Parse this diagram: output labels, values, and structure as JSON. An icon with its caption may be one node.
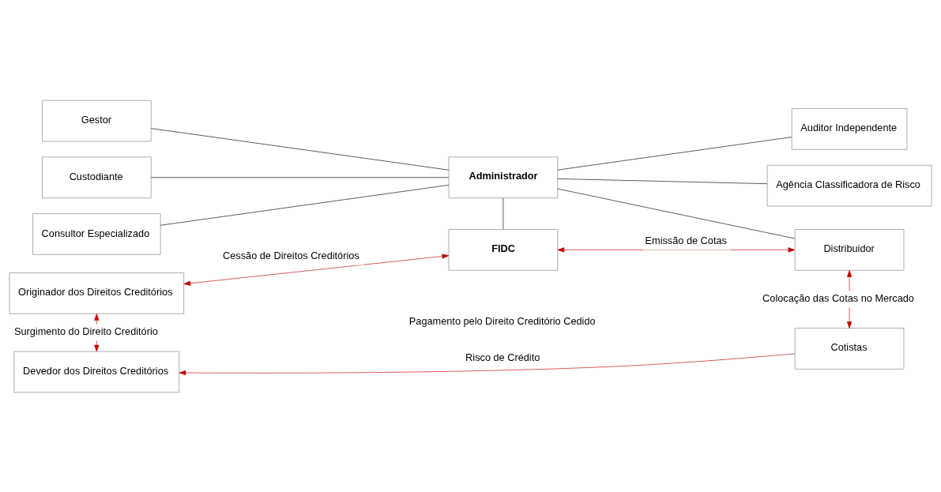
{
  "diagram": {
    "nodes": [
      {
        "text": [
          "Gestor"
        ]
      },
      {
        "text": [
          "Custodiante"
        ]
      },
      {
        "text": [
          "Consultor Especializado"
        ]
      },
      {
        "text": [
          "Administrador"
        ]
      },
      {
        "text": [
          "Auditor Independente"
        ]
      },
      {
        "text": [
          "Agência Classificadora de Risco"
        ]
      },
      {
        "text": [
          "Originador dos Direitos Creditórios"
        ]
      },
      {
        "text": [
          "FIDC"
        ]
      },
      {
        "text": [
          "Distribuidor"
        ]
      },
      {
        "text": [
          "Devedor dos Direitos Creditórios"
        ]
      },
      {
        "text": [
          "Cotistas"
        ]
      }
    ],
    "edges": [
      {
        "from": 0,
        "to": 3,
        "arrow": "none"
      },
      {
        "from": 1,
        "to": 3,
        "arrow": "none"
      },
      {
        "from": 2,
        "to": 3,
        "arrow": "none"
      },
      {
        "from": 3,
        "to": 4,
        "arrow": "none"
      },
      {
        "from": 3,
        "to": 5,
        "arrow": "none"
      },
      {
        "from": 3,
        "to": 8,
        "arrow": "none"
      },
      {
        "from": 3,
        "to": 7,
        "arrow": "none"
      },
      {
        "from": 6,
        "to": 7,
        "arrow": "both",
        "label": "Cessão de Direitos Creditórios",
        "color": "#c00000"
      },
      {
        "from": 7,
        "to": 8,
        "arrow": "both",
        "label": "Emissão de Cotas",
        "color": "#c00000"
      },
      {
        "from": 6,
        "to": 9,
        "arrow": "both",
        "label": "Surgimento do Direito Creditório",
        "color": "#c00000"
      },
      {
        "from": 8,
        "to": 10,
        "arrow": "both",
        "label": "Colocação das Cotas no Mercado",
        "color": "#c00000"
      },
      {
        "from": 10,
        "to": 9,
        "arrow": "to",
        "label": "Risco de Crédito",
        "color": "#c00000"
      }
    ],
    "labels": [
      "Pagamento pelo Direito Creditório Cedido"
    ]
  }
}
